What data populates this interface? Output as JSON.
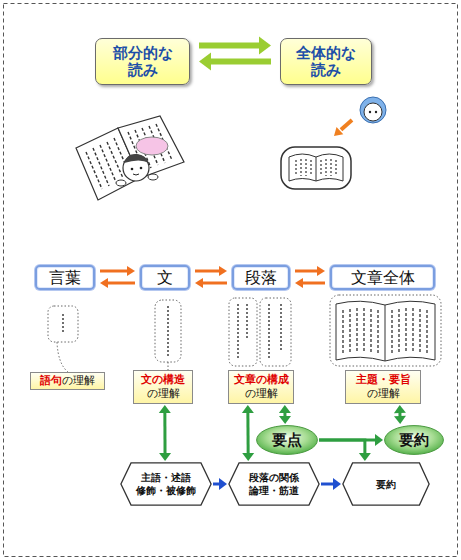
{
  "diagram": {
    "nodes": [
      {
        "text": [
          "部分的な 読み"
        ]
      },
      {
        "text": [
          "全体的な 読み"
        ]
      },
      {
        "text": [
          "言葉"
        ]
      },
      {
        "text": [
          "文"
        ]
      },
      {
        "text": [
          "段落"
        ]
      },
      {
        "text": [
          "文章全体"
        ]
      },
      {
        "text": [
          "語句",
          "の理解"
        ]
      },
      {
        "text": [
          "文の構造",
          "の理解"
        ]
      },
      {
        "text": [
          "文章の構成",
          "の理解"
        ]
      },
      {
        "text": [
          "主題・要旨",
          "の理解"
        ]
      },
      {
        "text": [
          "要点"
        ]
      },
      {
        "text": [
          "要約"
        ]
      },
      {
        "text": [
          "主語・述語 修飾・被修飾"
        ]
      },
      {
        "text": [
          "段落の関係 論理・筋道"
        ]
      },
      {
        "text": [
          "要約"
        ]
      }
    ],
    "edges": [
      {
        "from": 0,
        "to": 1,
        "arrow": "to"
      },
      {
        "from": 1,
        "to": 0,
        "arrow": "to"
      },
      {
        "from": 2,
        "to": 3,
        "arrow": "to"
      },
      {
        "from": 3,
        "to": 2,
        "arrow": "to"
      },
      {
        "from": 3,
        "to": 4,
        "arrow": "to"
      },
      {
        "from": 4,
        "to": 3,
        "arrow": "to"
      },
      {
        "from": 4,
        "to": 5,
        "arrow": "to"
      },
      {
        "from": 5,
        "to": 4,
        "arrow": "to"
      },
      {
        "from": 7,
        "to": 12,
        "arrow": "both"
      },
      {
        "from": 8,
        "to": 13,
        "arrow": "both"
      },
      {
        "from": 8,
        "to": 10,
        "arrow": "both"
      },
      {
        "from": 9,
        "to": 11,
        "arrow": "both"
      },
      {
        "from": 10,
        "to": 11,
        "arrow": "to"
      },
      {
        "from": 10,
        "to": 14,
        "arrow": "to"
      },
      {
        "from": 12,
        "to": 13,
        "arrow": "to"
      },
      {
        "from": 13,
        "to": 14,
        "arrow": "to"
      }
    ]
  }
}
